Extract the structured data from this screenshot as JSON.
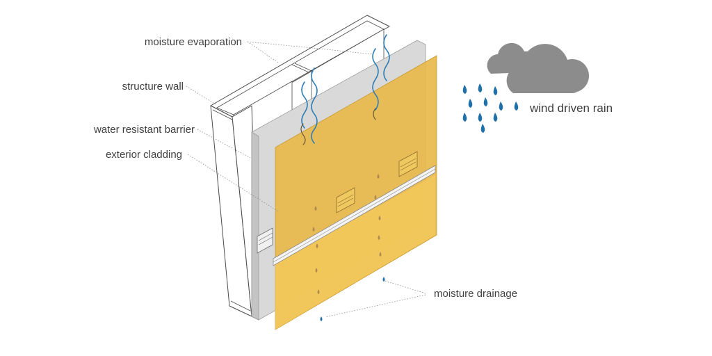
{
  "labels": {
    "moisture_evaporation": "moisture evaporation",
    "structure_wall": "structure wall",
    "water_resistant_barrier": "water resistant barrier",
    "exterior_cladding": "exterior cladding",
    "wind_driven_rain": "wind driven rain",
    "moisture_drainage": "moisture drainage"
  },
  "colors": {
    "cladding": "#e8b84a",
    "cladding_light": "#f2c95c",
    "barrier": "#d9d9d9",
    "cloud": "#8c8c8c",
    "rain": "#1f6fa8",
    "frame_line": "#4a4a4a"
  },
  "icons": [
    "cloud-icon",
    "rain-drop-icon",
    "vapor-wave-icon"
  ]
}
